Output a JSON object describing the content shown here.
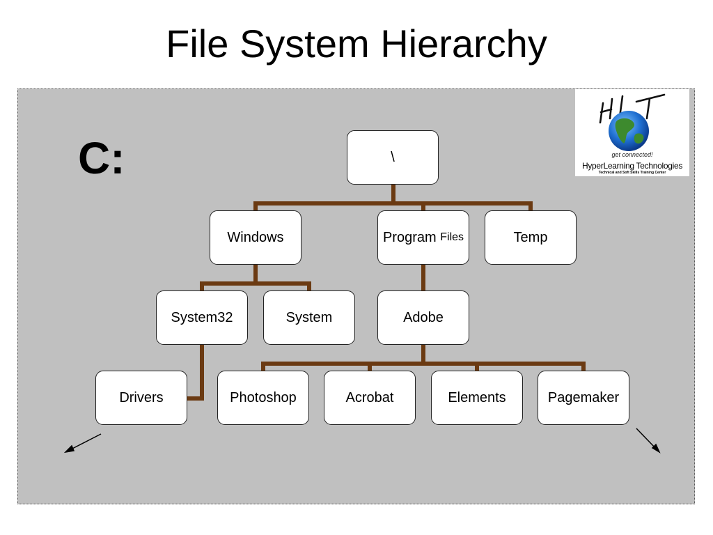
{
  "title": "File System Hierarchy",
  "drive_label": "C:",
  "colors": {
    "panel": "#c0c0c0",
    "connector": "#6b3a12",
    "node_fill": "#ffffff",
    "node_border": "#222222"
  },
  "tree": {
    "root": "\\",
    "windows": "Windows",
    "program_files": {
      "main": "Program",
      "small": "Files"
    },
    "temp": "Temp",
    "system32": "System32",
    "system": "System",
    "adobe": "Adobe",
    "drivers": "Drivers",
    "photoshop": "Photoshop",
    "acrobat": "Acrobat",
    "elements": "Elements",
    "pagemaker": "Pagemaker"
  },
  "logo": {
    "letters": "HLT",
    "tagline": "get connected!",
    "company": "HyperLearning Technologies",
    "subtitle": "Technical and Soft Skills Training Center"
  }
}
